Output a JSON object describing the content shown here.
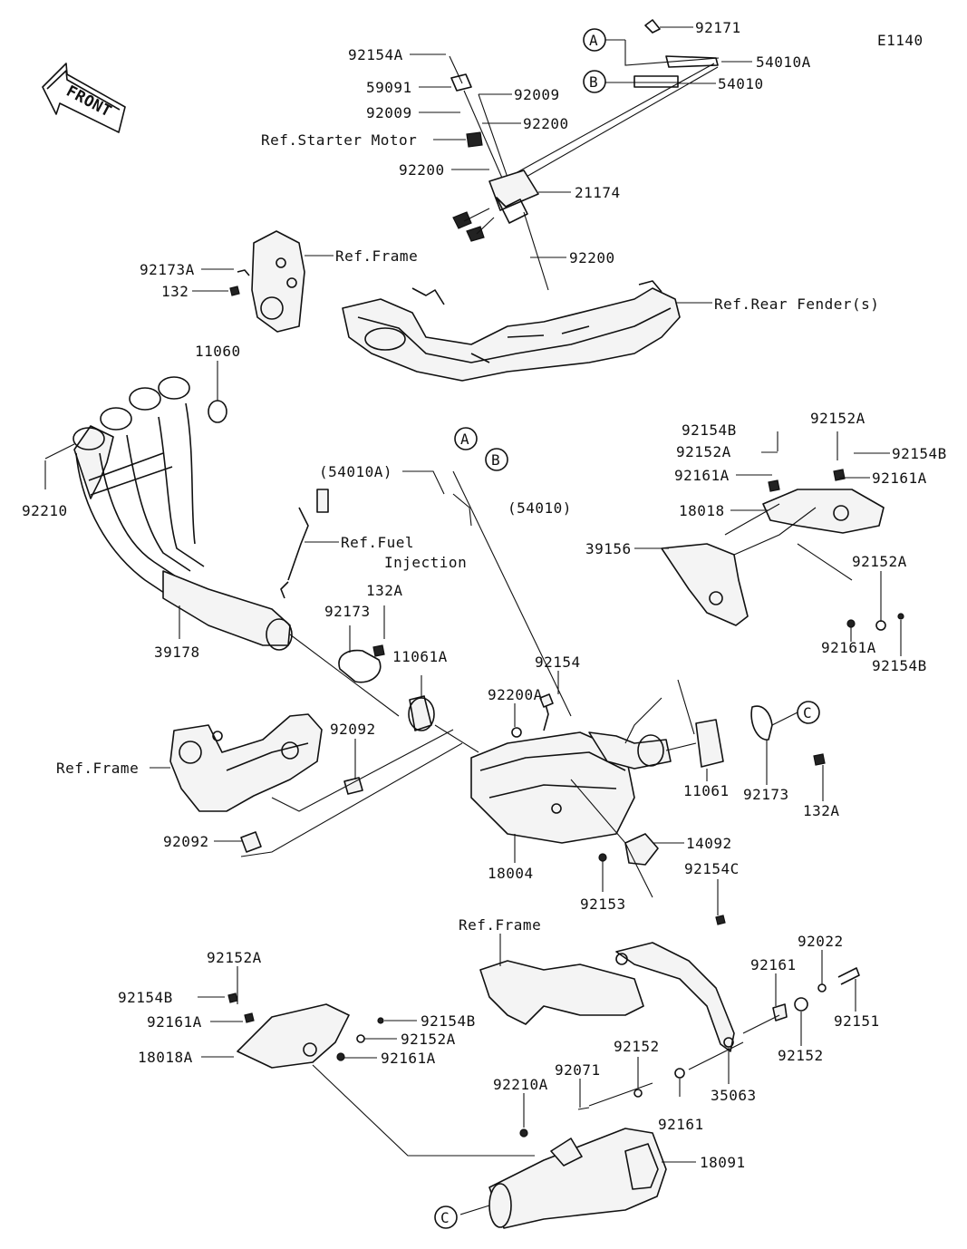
{
  "diagram_code": "E1140",
  "front_label": "FRONT",
  "callouts": {
    "A": "A",
    "B": "B",
    "C": "C"
  },
  "labels": {
    "p92171": "92171",
    "p54010A": "54010A",
    "p54010": "54010",
    "p92154A": "92154A",
    "p59091": "59091",
    "p92009a": "92009",
    "p92009b": "92009",
    "p92200a": "92200",
    "ref_starter_motor": "Ref.Starter Motor",
    "p92200b": "92200",
    "p21174": "21174",
    "p92200c": "92200",
    "ref_frame_top": "Ref.Frame",
    "p92173A": "92173A",
    "p132_top": "132",
    "ref_rear_fender": "Ref.Rear Fender(s)",
    "p11060": "11060",
    "p92210": "92210",
    "p54010A_paren": "(54010A)",
    "p54010_paren": "(54010)",
    "ref_fuel_injection_1": "Ref.Fuel",
    "ref_fuel_injection_2": "Injection",
    "p39178": "39178",
    "p132A_top": "132A",
    "p92173_top": "92173",
    "p11061A": "11061A",
    "p92200A": "92200A",
    "p92154": "92154",
    "p92154B_a": "92154B",
    "p92152A_a": "92152A",
    "p92152A_b": "92152A",
    "p92154B_b": "92154B",
    "p92161A_a": "92161A",
    "p92161A_b": "92161A",
    "p18018": "18018",
    "p39156": "39156",
    "p92152A_c": "92152A",
    "p92161A_c": "92161A",
    "p92154B_c": "92154B",
    "ref_frame_left": "Ref.Frame",
    "p92092a": "92092",
    "p92092b": "92092",
    "p11061": "11061",
    "p92173_right": "92173",
    "p132A_right": "132A",
    "p18004": "18004",
    "p14092": "14092",
    "p92153": "92153",
    "p92154C": "92154C",
    "ref_frame_bottom": "Ref.Frame",
    "p92161": "92161",
    "p92022": "92022",
    "p92151": "92151",
    "p92152_right": "92152",
    "p35063": "35063",
    "p92152A_d": "92152A",
    "p92154B_d": "92154B",
    "p92161A_d": "92161A",
    "p18018A": "18018A",
    "p92154B_e": "92154B",
    "p92152A_e": "92152A",
    "p92161A_e": "92161A",
    "p92071": "92071",
    "p92152_bottom": "92152",
    "p92210A": "92210A",
    "p92161_bottom": "92161",
    "p18091": "18091"
  }
}
